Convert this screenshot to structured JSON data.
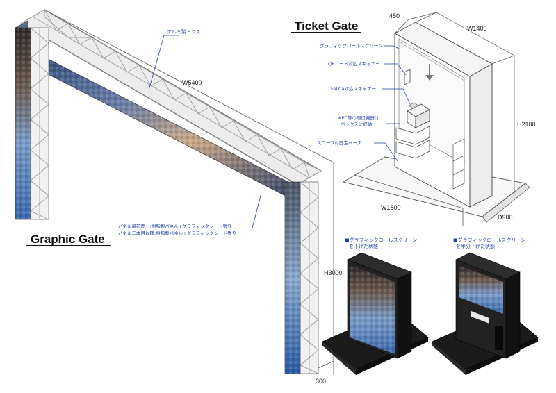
{
  "graphic_gate": {
    "title": "Graphic Gate",
    "width_label": "W5400",
    "height_label": "H3000",
    "depth_label": "300",
    "truss_note": "アルミ製トラス",
    "panel_note_1": "パネル最前面　:樹脂製パネル+グラフィックシート張り",
    "panel_note_2": "パネル二本目以降:樹脂製パネル+グラフィックシート張り"
  },
  "ticket_gate": {
    "title": "Ticket Gate",
    "width_label": "W1400",
    "top_depth_label": "450",
    "height_label": "H2100",
    "base_width_label": "W1800",
    "base_depth_label": "D900",
    "callouts": {
      "screen": "グラフィックロールスクリーン",
      "qr": "QRコード対応スキャナー",
      "felica": "FeliCa対応スキャナー",
      "pc_box_1": "※PC等の周辺機器は",
      "pc_box_2": "ボックスに収納",
      "base": "スロープ付固定ベース"
    }
  },
  "variants": {
    "down_1": "■グラフィックロールスクリーン",
    "down_2": "を下げた状態",
    "half_1": "■グラフィックロールスクリーン",
    "half_2": "を半分下げた状態"
  },
  "colors": {
    "line": "#3a3a3a",
    "truss": "#9a9a9a",
    "accent": "#1f3fa8",
    "dark": "#1a1a1a"
  }
}
